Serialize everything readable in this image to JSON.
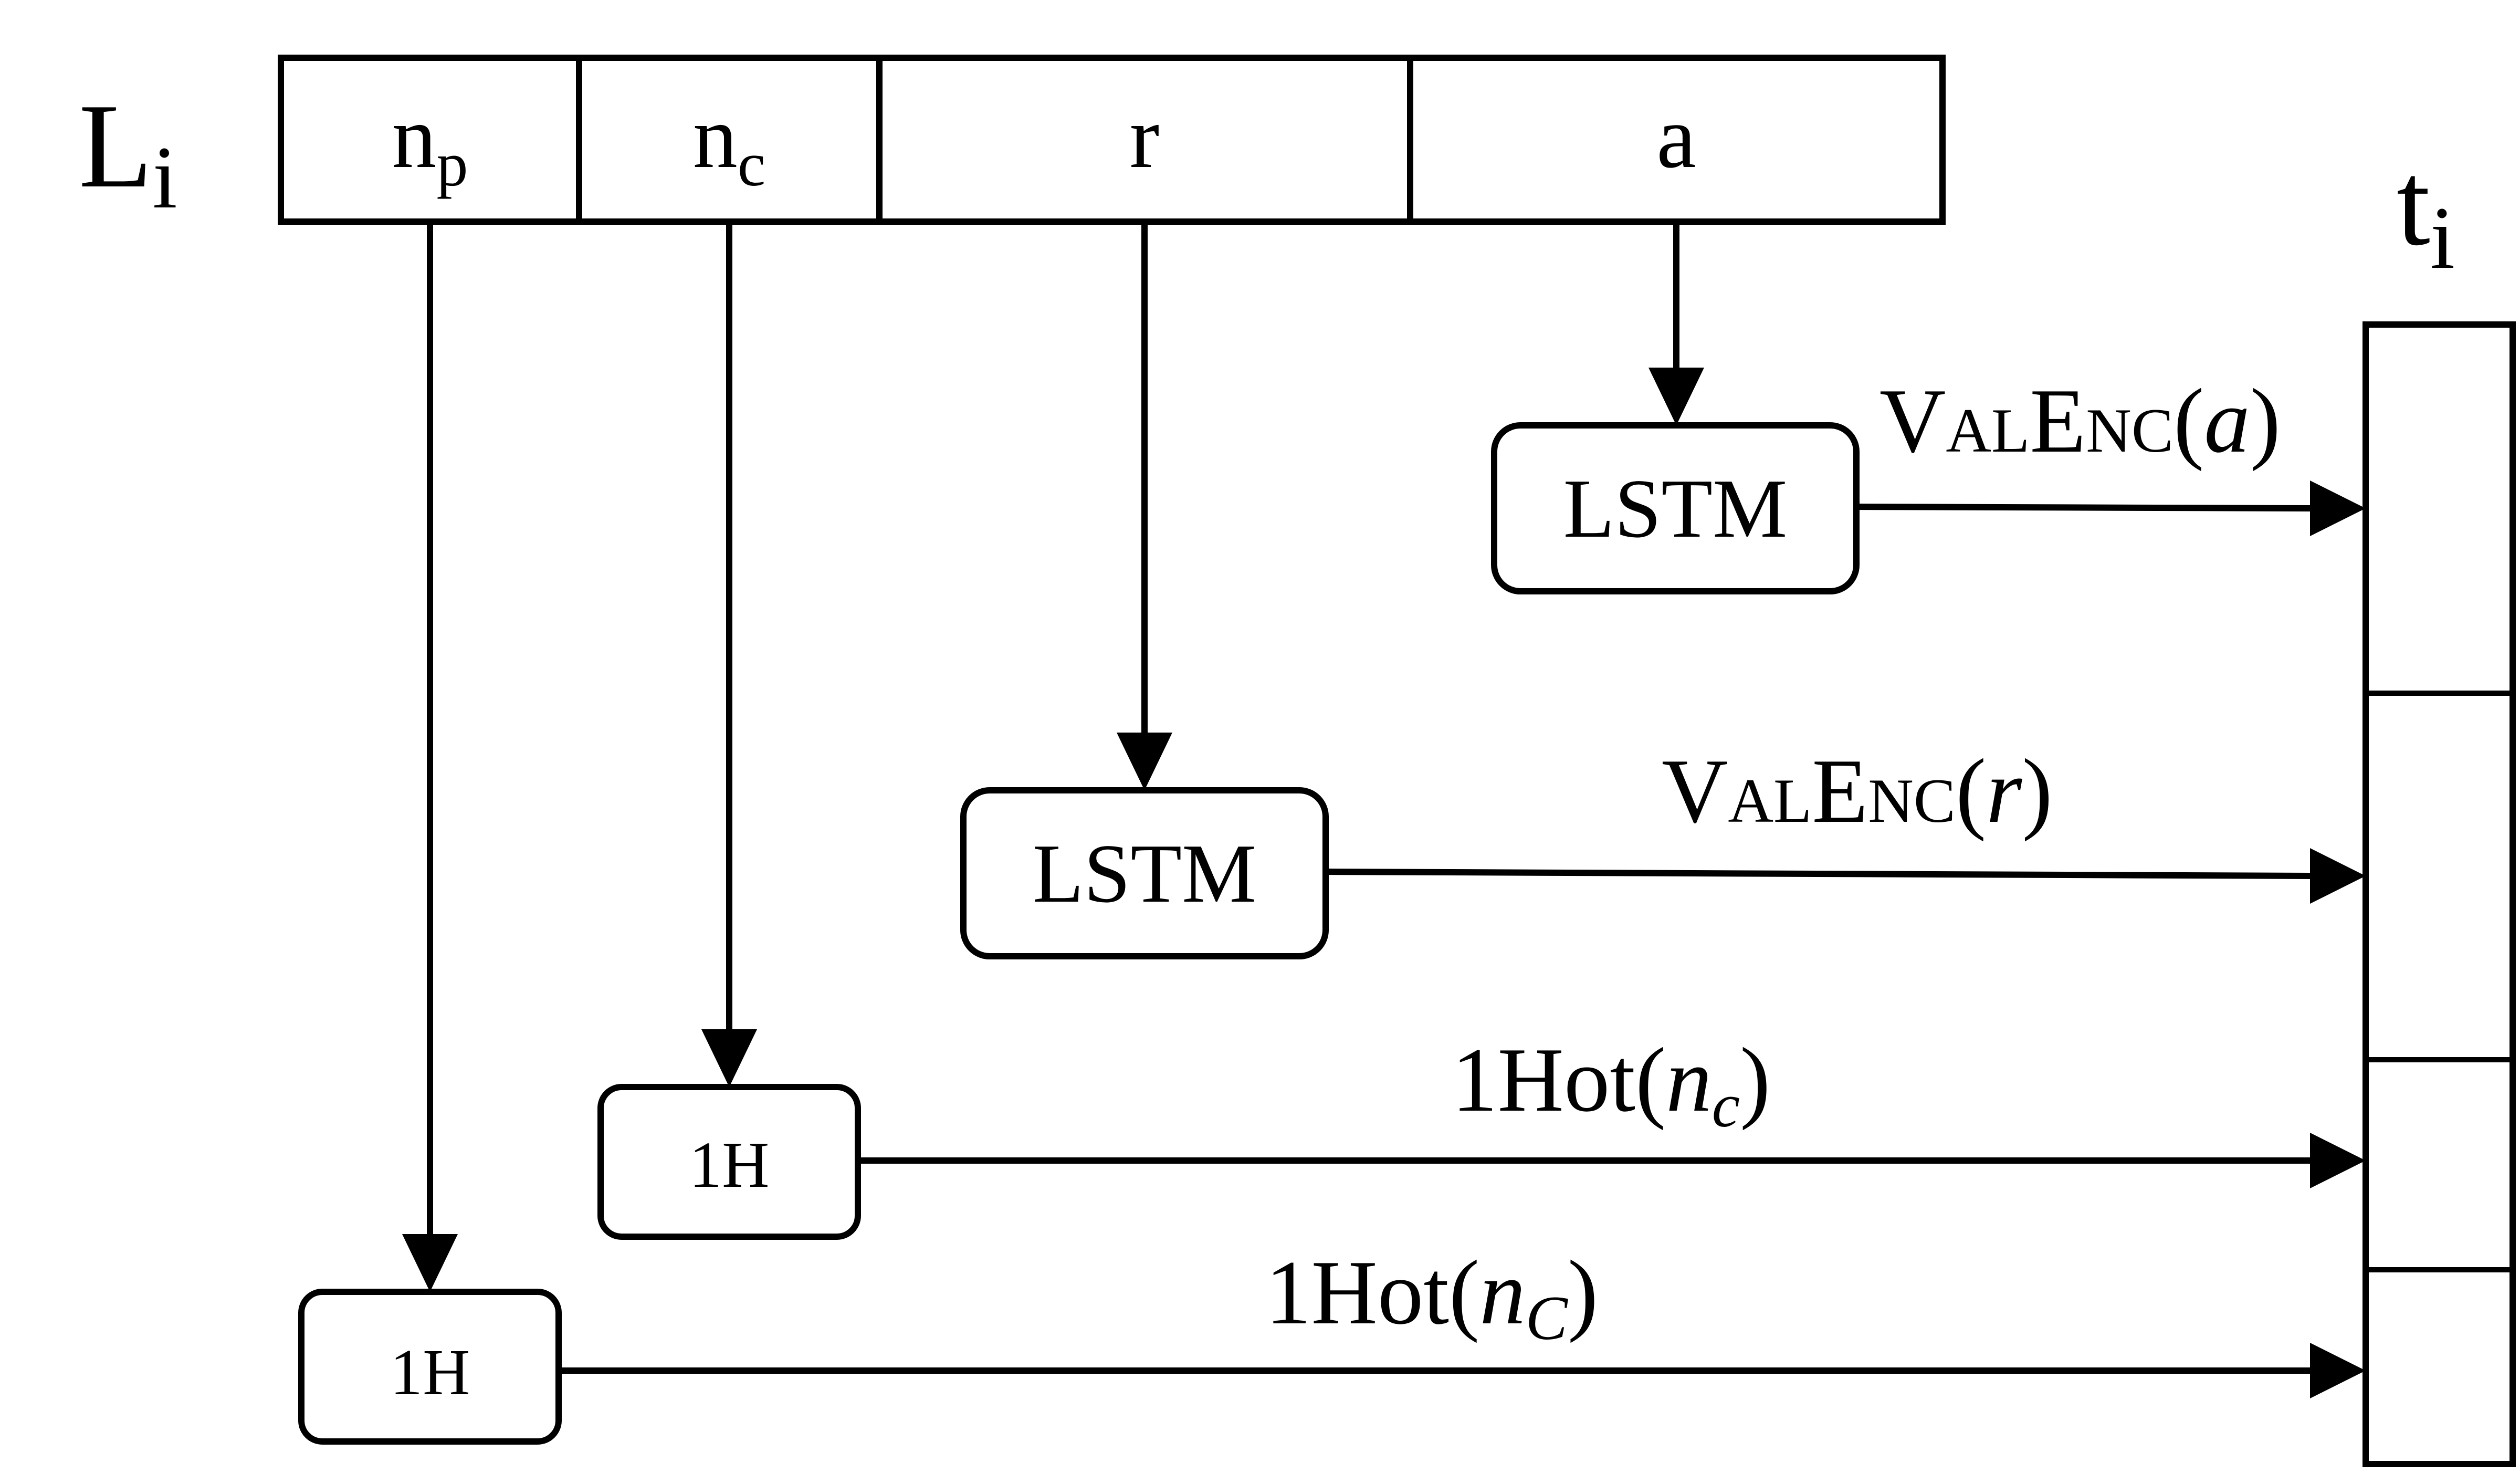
{
  "record": {
    "label": "L",
    "label_sub": "i",
    "fields": [
      {
        "main": "n",
        "sub": "p"
      },
      {
        "main": "n",
        "sub": "c"
      },
      {
        "main": "r",
        "sub": ""
      },
      {
        "main": "a",
        "sub": ""
      }
    ]
  },
  "target": {
    "label": "t",
    "label_sub": "i"
  },
  "encoders": {
    "lstm_a": "LSTM",
    "lstm_r": "LSTM",
    "onehot_nc": "1H",
    "onehot_np": "1H"
  },
  "edge_labels": {
    "valenc_a": {
      "V": "V",
      "AL": "AL",
      "E": "E",
      "NC": "NC",
      "open": "(",
      "arg": "a",
      "close": ")"
    },
    "valenc_r": {
      "V": "V",
      "AL": "AL",
      "E": "E",
      "NC": "NC",
      "open": "(",
      "arg": "r",
      "close": ")"
    },
    "onehot_nc": {
      "prefix": "1Hot(",
      "arg": "n",
      "arg_sub": "c",
      "close": ")"
    },
    "onehot_np": {
      "prefix": "1Hot(",
      "arg": "n",
      "arg_sub": "C",
      "close": ")"
    }
  }
}
